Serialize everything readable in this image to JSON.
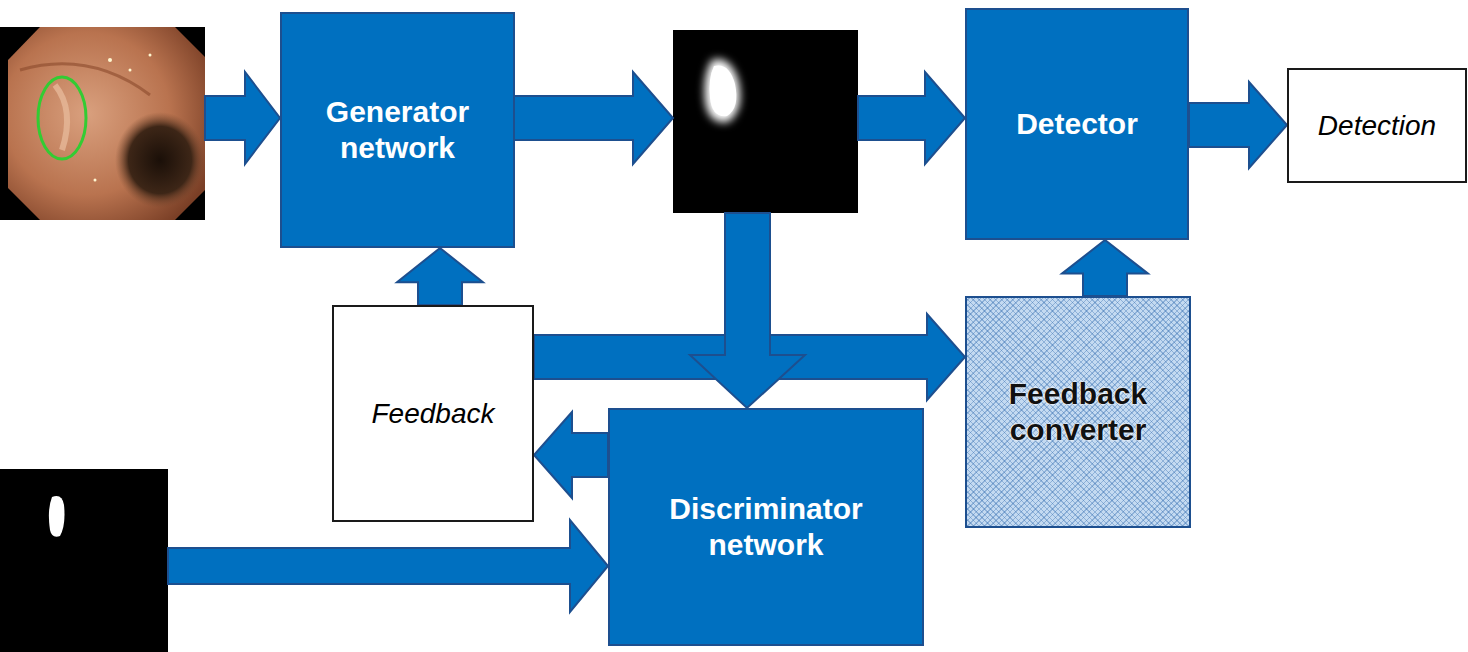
{
  "diagram": {
    "nodes": [
      {
        "text": [
          "Generator network"
        ]
      },
      {
        "text": [
          "Detector"
        ]
      },
      {
        "text": [
          "Detection"
        ]
      },
      {
        "text": [
          "Feedback"
        ]
      },
      {
        "text": [
          "Feedback converter"
        ]
      },
      {
        "text": [
          "Discriminator network"
        ]
      }
    ],
    "edges": [
      {
        "from": 1,
        "to": 2,
        "arrow": "to"
      },
      {
        "from": 3,
        "to": 0,
        "arrow": "to"
      },
      {
        "from": 3,
        "to": 4,
        "arrow": "to"
      },
      {
        "from": 4,
        "to": 1,
        "arrow": "to"
      },
      {
        "from": 5,
        "to": 3,
        "arrow": "to"
      }
    ]
  }
}
